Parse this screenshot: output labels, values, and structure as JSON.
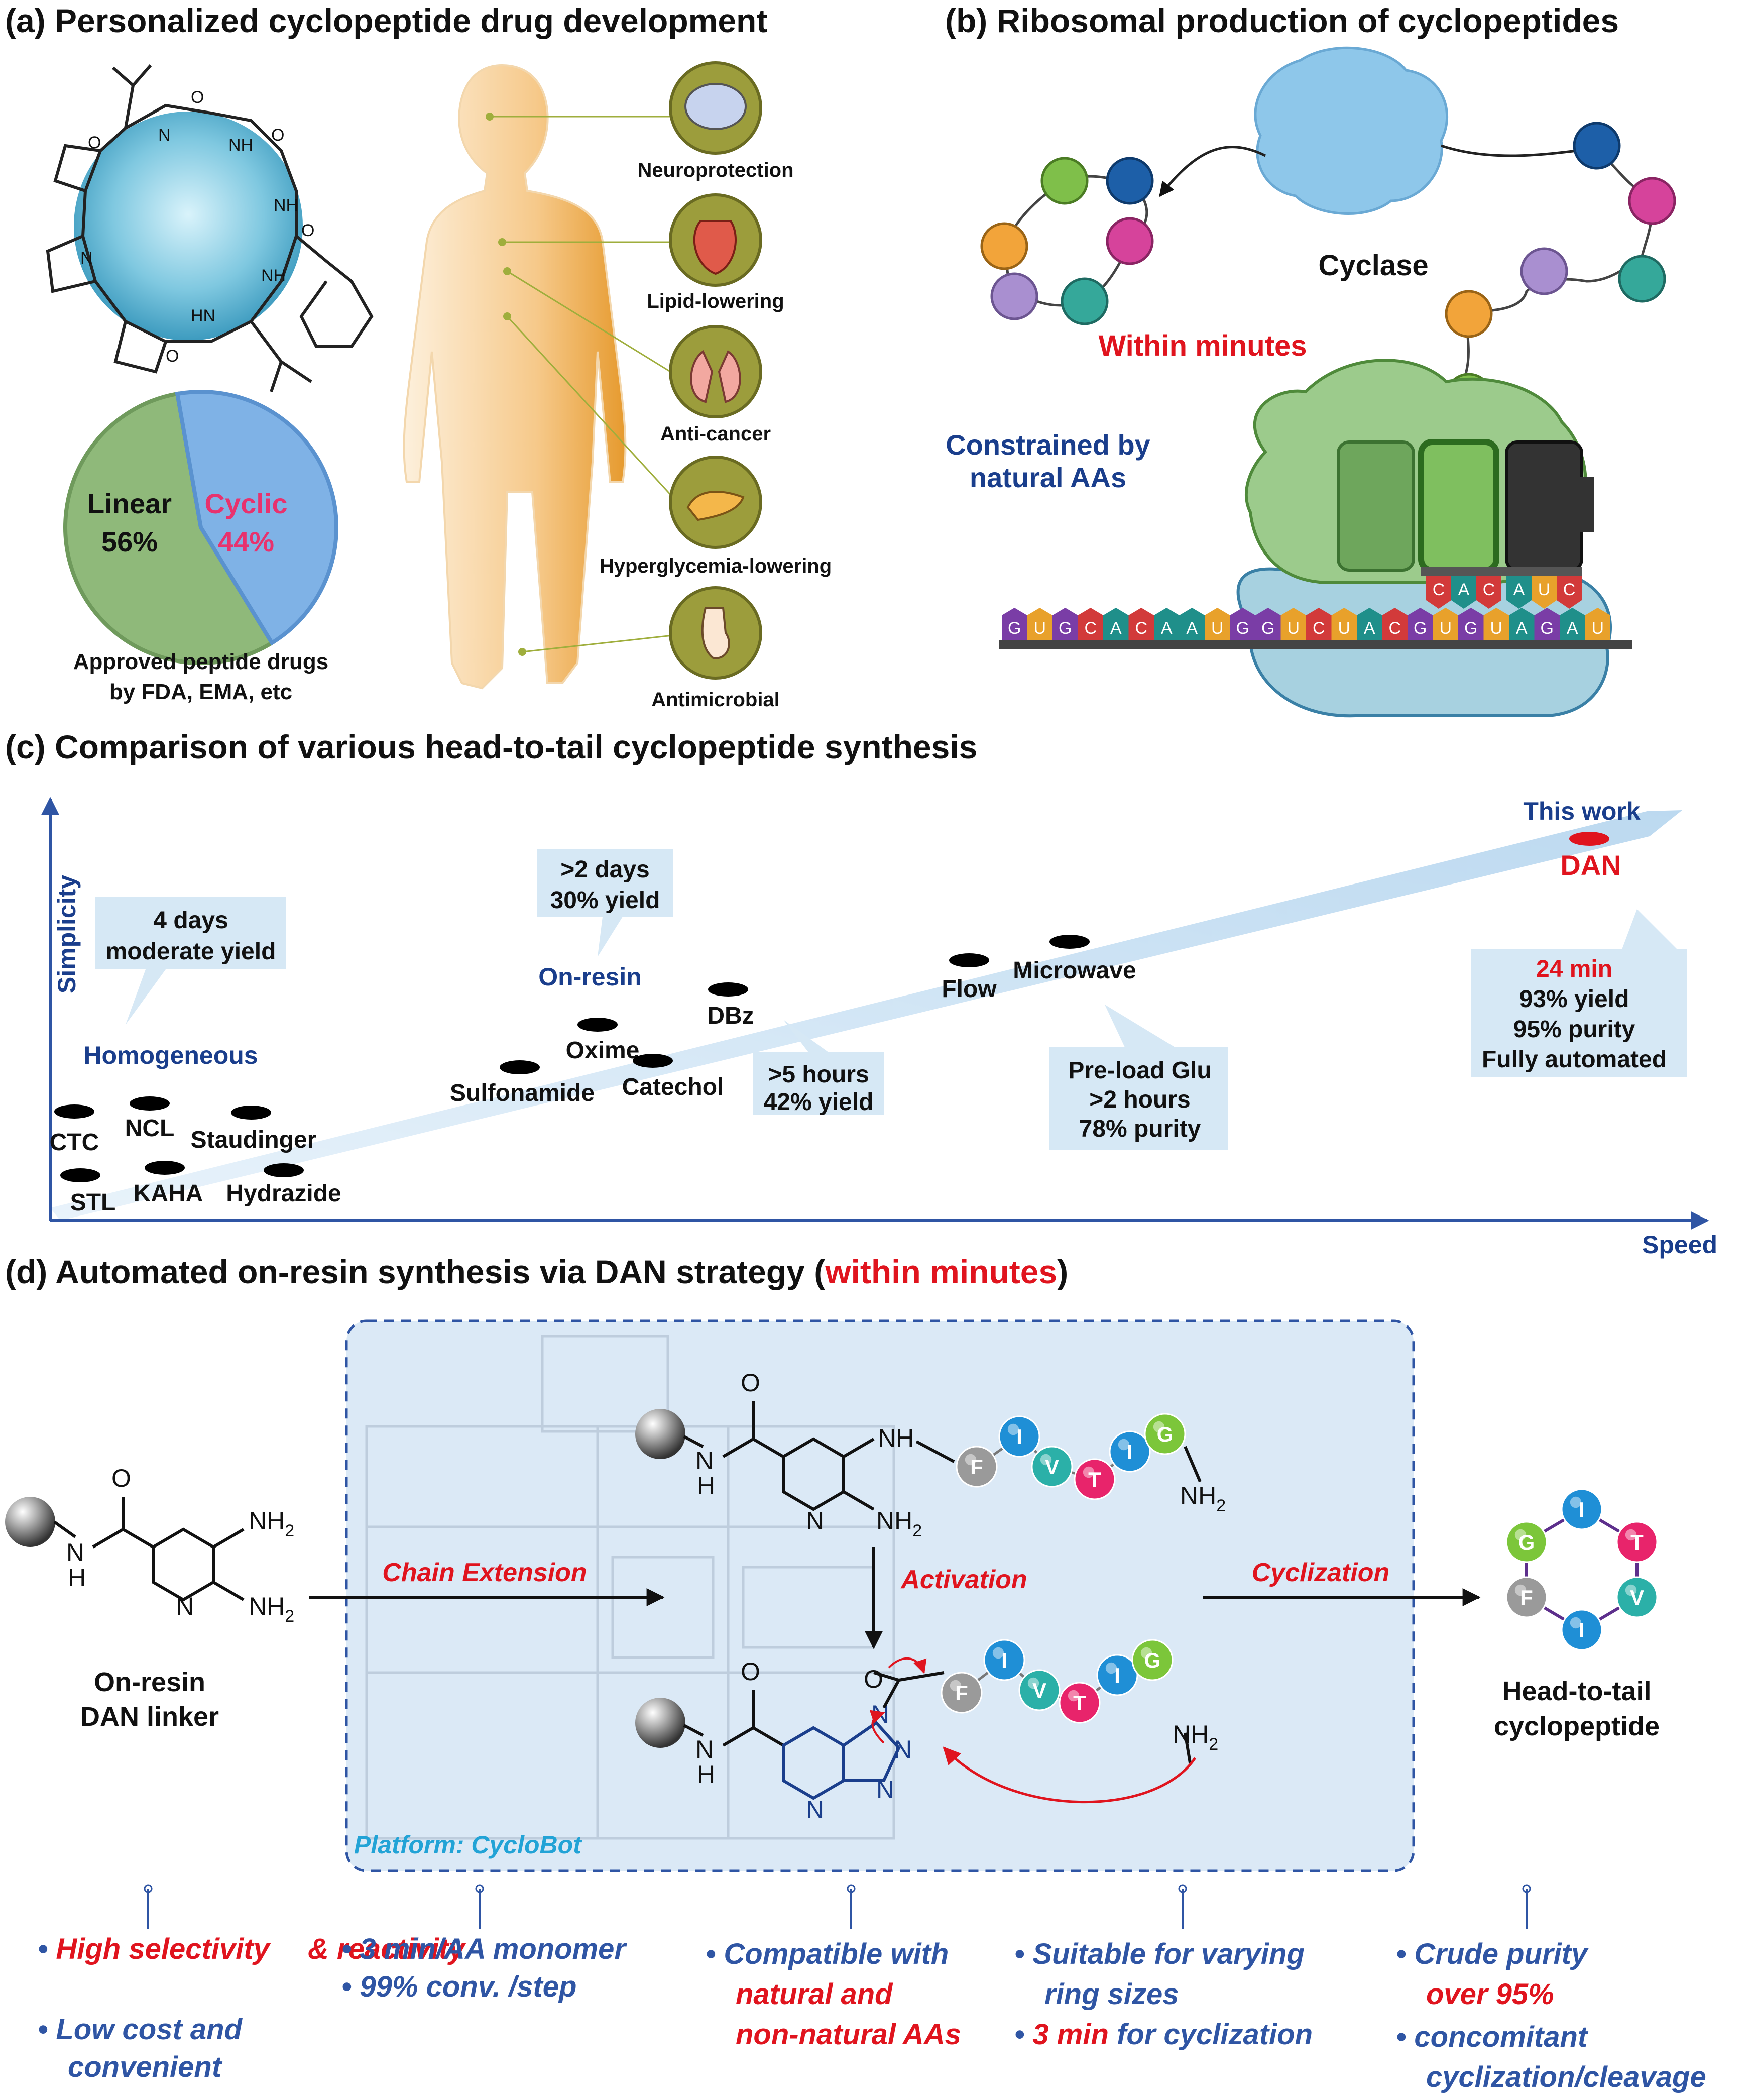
{
  "panel_a": {
    "title": "(a) Personalized cyclopeptide drug development",
    "pie": {
      "caption_line1": "Approved peptide drugs",
      "caption_line2": "by FDA, EMA, etc",
      "slices": [
        {
          "name": "Linear",
          "value_label": "56%",
          "value": 56,
          "color": "#8fb97a"
        },
        {
          "name": "Cyclic",
          "value_label": "44%",
          "value": 44,
          "color": "#7fb2e6"
        }
      ]
    },
    "molecule": {
      "atom_nh": "NH",
      "atom_n": "N",
      "atom_o": "O",
      "atom_hn": "HN"
    },
    "body_targets": [
      "Neuroprotection",
      "Lipid-lowering",
      "Anti-cancer",
      "Hyperglycemia-lowering",
      "Antimicrobial"
    ]
  },
  "panel_b": {
    "title": "(b) Ribosomal production of cyclopeptides",
    "enzyme_label": "Cyclase",
    "speed_note": "Within minutes",
    "constraint_line1": "Constrained by",
    "constraint_line2": "natural AAs",
    "mrna": [
      "G",
      "U",
      "G",
      "C",
      "A",
      "C",
      "A",
      "A",
      "U",
      "G",
      "G",
      "U",
      "C",
      "U",
      "A",
      "C",
      "G",
      "U",
      "G",
      "U",
      "A",
      "G",
      "A",
      "U"
    ],
    "anticodons": [
      "C",
      "A",
      "C",
      "A",
      "U",
      "C"
    ]
  },
  "panel_c": {
    "title": "(c) Comparison of various head-to-tail cyclopeptide synthesis",
    "x_axis": "Speed",
    "y_axis": "Simplicity",
    "group_homogeneous": "Homogeneous",
    "group_onresin": "On-resin",
    "methods": {
      "ctc": "CTC",
      "ncl": "NCL",
      "staudinger": "Staudinger",
      "stl": "STL",
      "kaha": "KAHA",
      "hydrazide": "Hydrazide",
      "sulfonamide": "Sulfonamide",
      "oxime": "Oxime",
      "catechol": "Catechol",
      "dbz": "DBz",
      "flow": "Flow",
      "microwave": "Microwave",
      "dan": "DAN"
    },
    "this_work": "This work",
    "callout_homog": [
      "4 days",
      "moderate yield"
    ],
    "callout_onresin": [
      ">2 days",
      "30% yield"
    ],
    "callout_dbz": [
      ">5 hours",
      "42% yield"
    ],
    "callout_microwave": [
      "Pre-load Glu",
      ">2 hours",
      "78% purity"
    ],
    "callout_dan": [
      "24 min",
      "93% yield",
      "95% purity",
      "Fully automated"
    ]
  },
  "panel_d": {
    "title_prefix": "(d) Automated on-resin synthesis via DAN strategy (",
    "title_highlight": "within minutes",
    "title_suffix": ")",
    "linker_line1": "On-resin",
    "linker_line2": "DAN linker",
    "step_extension": "Chain Extension",
    "step_activation": "Activation",
    "step_cyclization": "Cyclization",
    "platform": "Platform: CycloBot",
    "product_line1": "Head-to-tail",
    "product_line2": "cyclopeptide",
    "chem": {
      "nh2": "NH",
      "sub2": "2",
      "nh": "NH",
      "n": "N",
      "h": "H",
      "o": "O"
    },
    "peptide": [
      "F",
      "I",
      "V",
      "T",
      "I",
      "G"
    ],
    "features": [
      {
        "lines": [
          [
            "• ",
            "High selectivity"
          ],
          [
            "  ",
            "& reactivity"
          ],
          [
            "• ",
            "Low cost and"
          ],
          [
            "  ",
            "convenient"
          ]
        ]
      },
      {
        "lines": [
          [
            "• ",
            "3 min/AA monomer"
          ],
          [
            "• ",
            "99% conv. /step"
          ]
        ]
      },
      {
        "lines": [
          [
            "• ",
            "Compatible with"
          ],
          [
            "  ",
            "natural and"
          ],
          [
            "  ",
            "non-natural AAs"
          ]
        ]
      },
      {
        "lines": [
          [
            "• ",
            "Suitable for varying"
          ],
          [
            "  ",
            "ring sizes"
          ],
          [
            "• ",
            "3 min"
          ],
          [
            "",
            " for cyclization"
          ]
        ]
      },
      {
        "lines": [
          [
            "• ",
            "Crude purity"
          ],
          [
            "  ",
            "over 95%"
          ],
          [
            "• ",
            "concomitant"
          ],
          [
            "  ",
            "cyclization/cleavage"
          ]
        ]
      }
    ]
  }
}
